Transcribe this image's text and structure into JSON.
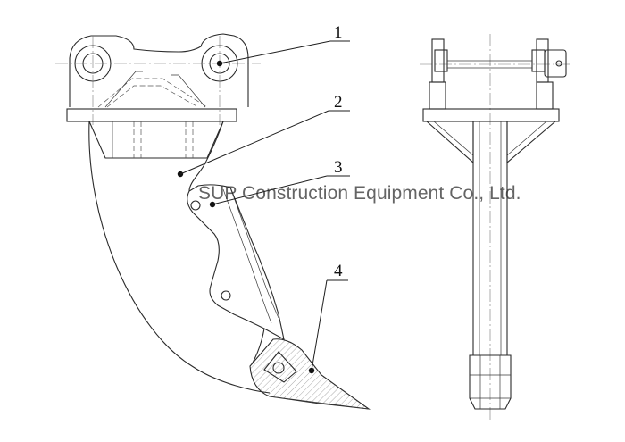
{
  "diagram": {
    "view_side": "side",
    "view_front": "front",
    "callouts": [
      {
        "number": "1",
        "part": "pin-hole"
      },
      {
        "number": "2",
        "part": "shank-body"
      },
      {
        "number": "3",
        "part": "protector"
      },
      {
        "number": "4",
        "part": "tooth-tip"
      }
    ]
  },
  "watermark": {
    "text": "SUP Construction Equipment Co., Ltd."
  },
  "colors": {
    "line": "#2b2b2b",
    "background": "#ffffff",
    "watermark": "#6b6b6b"
  }
}
